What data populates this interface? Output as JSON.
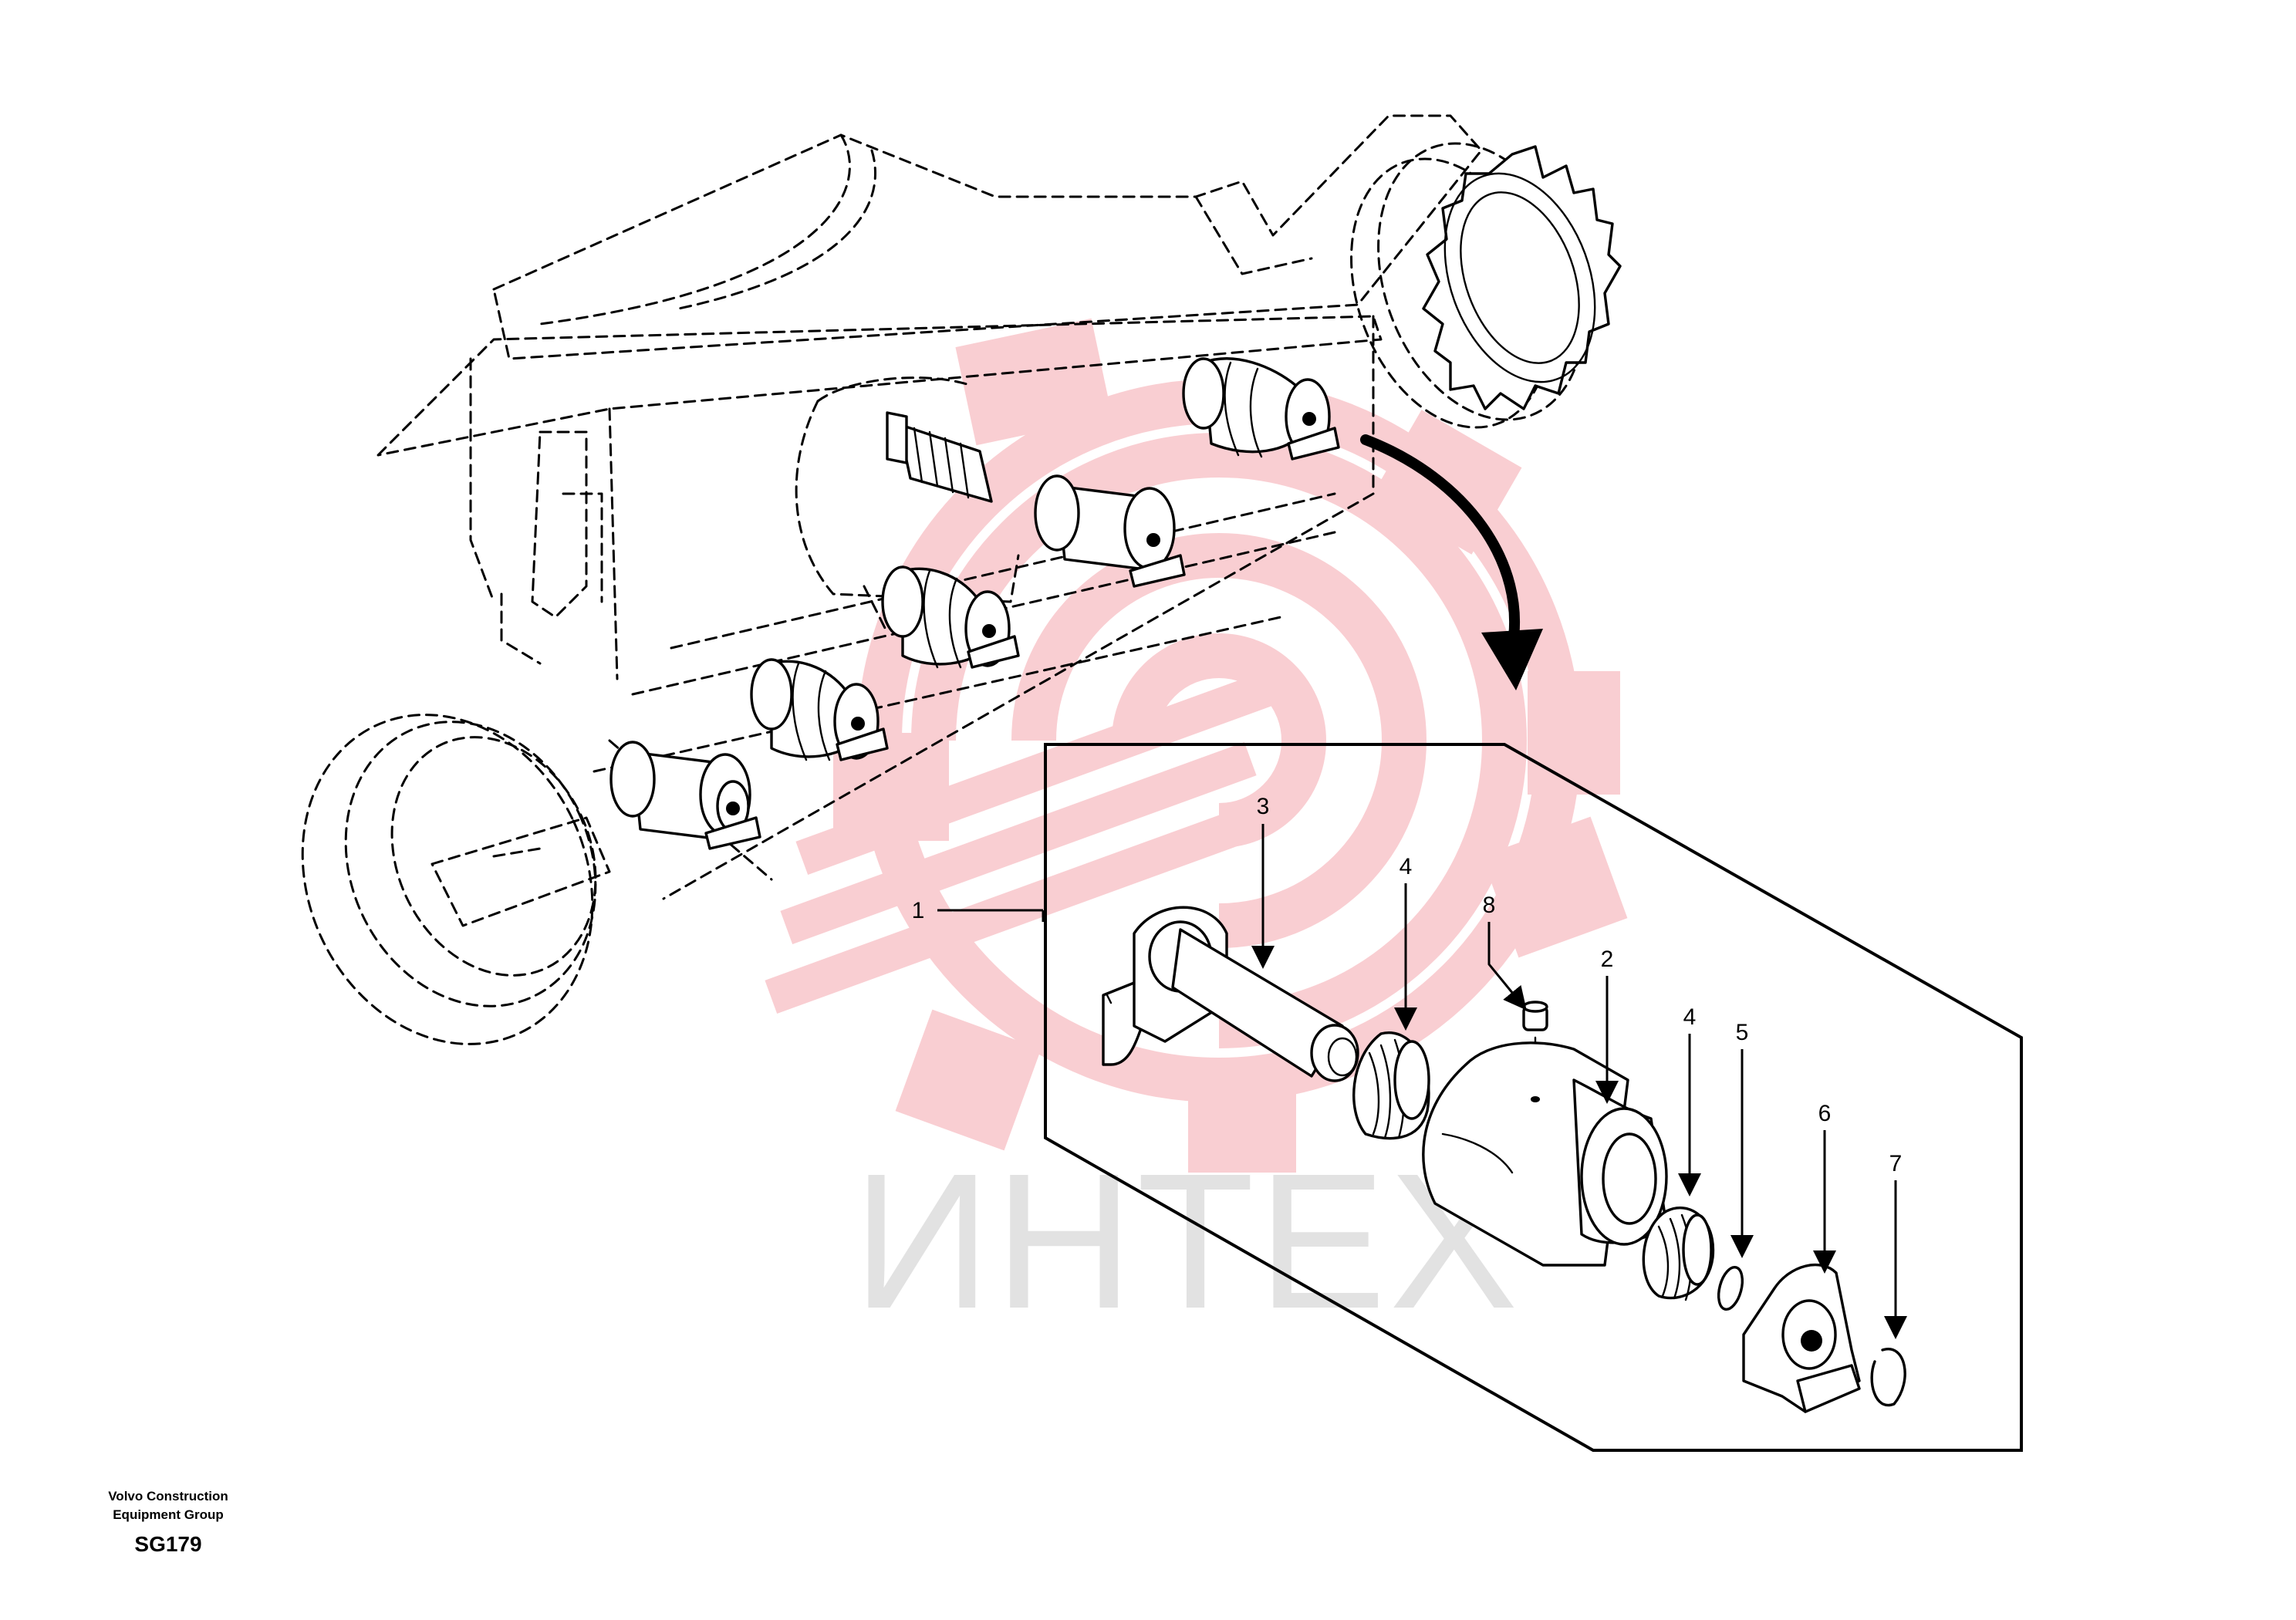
{
  "watermark": {
    "text": "ИНТЕХ",
    "colors": {
      "logo": "#f7c8cb",
      "text": "#d8d8d8"
    }
  },
  "callouts": [
    {
      "id": "c1",
      "label": "1"
    },
    {
      "id": "c3",
      "label": "3"
    },
    {
      "id": "c4a",
      "label": "4"
    },
    {
      "id": "c8",
      "label": "8"
    },
    {
      "id": "c2",
      "label": "2"
    },
    {
      "id": "c4b",
      "label": "4"
    },
    {
      "id": "c5",
      "label": "5"
    },
    {
      "id": "c6",
      "label": "6"
    },
    {
      "id": "c7",
      "label": "7"
    }
  ],
  "footer": {
    "line1": "Volvo Construction",
    "line2": "Equipment Group",
    "code": "SG179"
  }
}
